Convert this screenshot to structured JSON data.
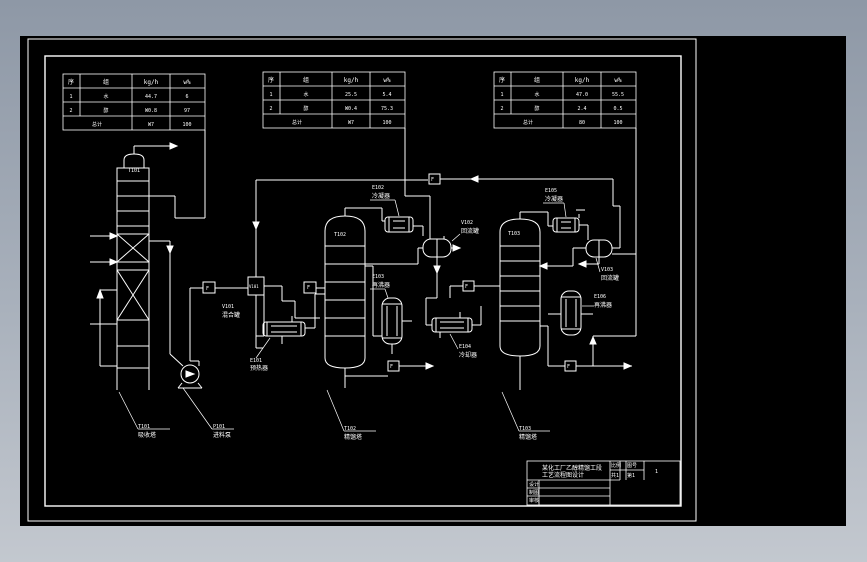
{
  "drawing": {
    "tables": [
      {
        "header": [
          "序",
          "组",
          "kg/h",
          "w%"
        ],
        "rows": [
          [
            "1",
            "水",
            "44.7",
            "6"
          ],
          [
            "2",
            "醇",
            "W0.8",
            "97"
          ]
        ],
        "total": [
          "总计",
          "W7",
          "100"
        ]
      },
      {
        "header": [
          "序",
          "组",
          "kg/h",
          "w%"
        ],
        "rows": [
          [
            "1",
            "水",
            "25.5",
            "5.4"
          ],
          [
            "2",
            "醇",
            "W0.4",
            "75.3"
          ]
        ],
        "total": [
          "总计",
          "W7",
          "100"
        ]
      },
      {
        "header": [
          "序",
          "组",
          "kg/h",
          "w%"
        ],
        "rows": [
          [
            "1",
            "水",
            "47.0",
            "55.5"
          ],
          [
            "2",
            "醇",
            "2.4",
            "0.5"
          ]
        ],
        "total": [
          "总计",
          "80",
          "100"
        ]
      }
    ],
    "equipment": {
      "tower1_top": "T101",
      "tower1_bottom": [
        "T101",
        "吸收塔"
      ],
      "pump": [
        "P101",
        "进料泵"
      ],
      "tank": [
        "V101",
        "混合罐"
      ],
      "preheater": [
        "E101",
        "预热器"
      ],
      "tower2_top": "T102",
      "tower2_bottom": [
        "T102",
        "精馏塔"
      ],
      "condenser2": [
        "E102",
        "冷凝器"
      ],
      "reflux2": [
        "V102",
        "回流罐"
      ],
      "reboiler2": [
        "E103",
        "再沸器"
      ],
      "cooler": [
        "E104",
        "冷却器"
      ],
      "tower3_top": "T103",
      "tower3_bottom": [
        "T103",
        "精馏塔"
      ],
      "condenser3": [
        "E105",
        "冷凝器"
      ],
      "reflux3": [
        "V103",
        "回流罐"
      ],
      "reboiler3": [
        "E106",
        "再沸器"
      ]
    },
    "valves": {
      "v1": "F",
      "v2": "F",
      "v3": "F",
      "v4": "F",
      "v5": "F",
      "v6": "F"
    },
    "title_block": {
      "title_line1": "某化工厂乙醇精馏工段",
      "title_line2": "工艺流程图设计",
      "cell_a": "比例",
      "cell_b": "图号",
      "cell_c": "1",
      "cell_d": "共1",
      "cell_e": "第1",
      "row_design": "设计",
      "row_draw": "制图",
      "row_check": "审核"
    }
  },
  "colors": {
    "background": "#000000",
    "line": "#ffffff",
    "window_gradient_top": "#8e98a6"
  }
}
